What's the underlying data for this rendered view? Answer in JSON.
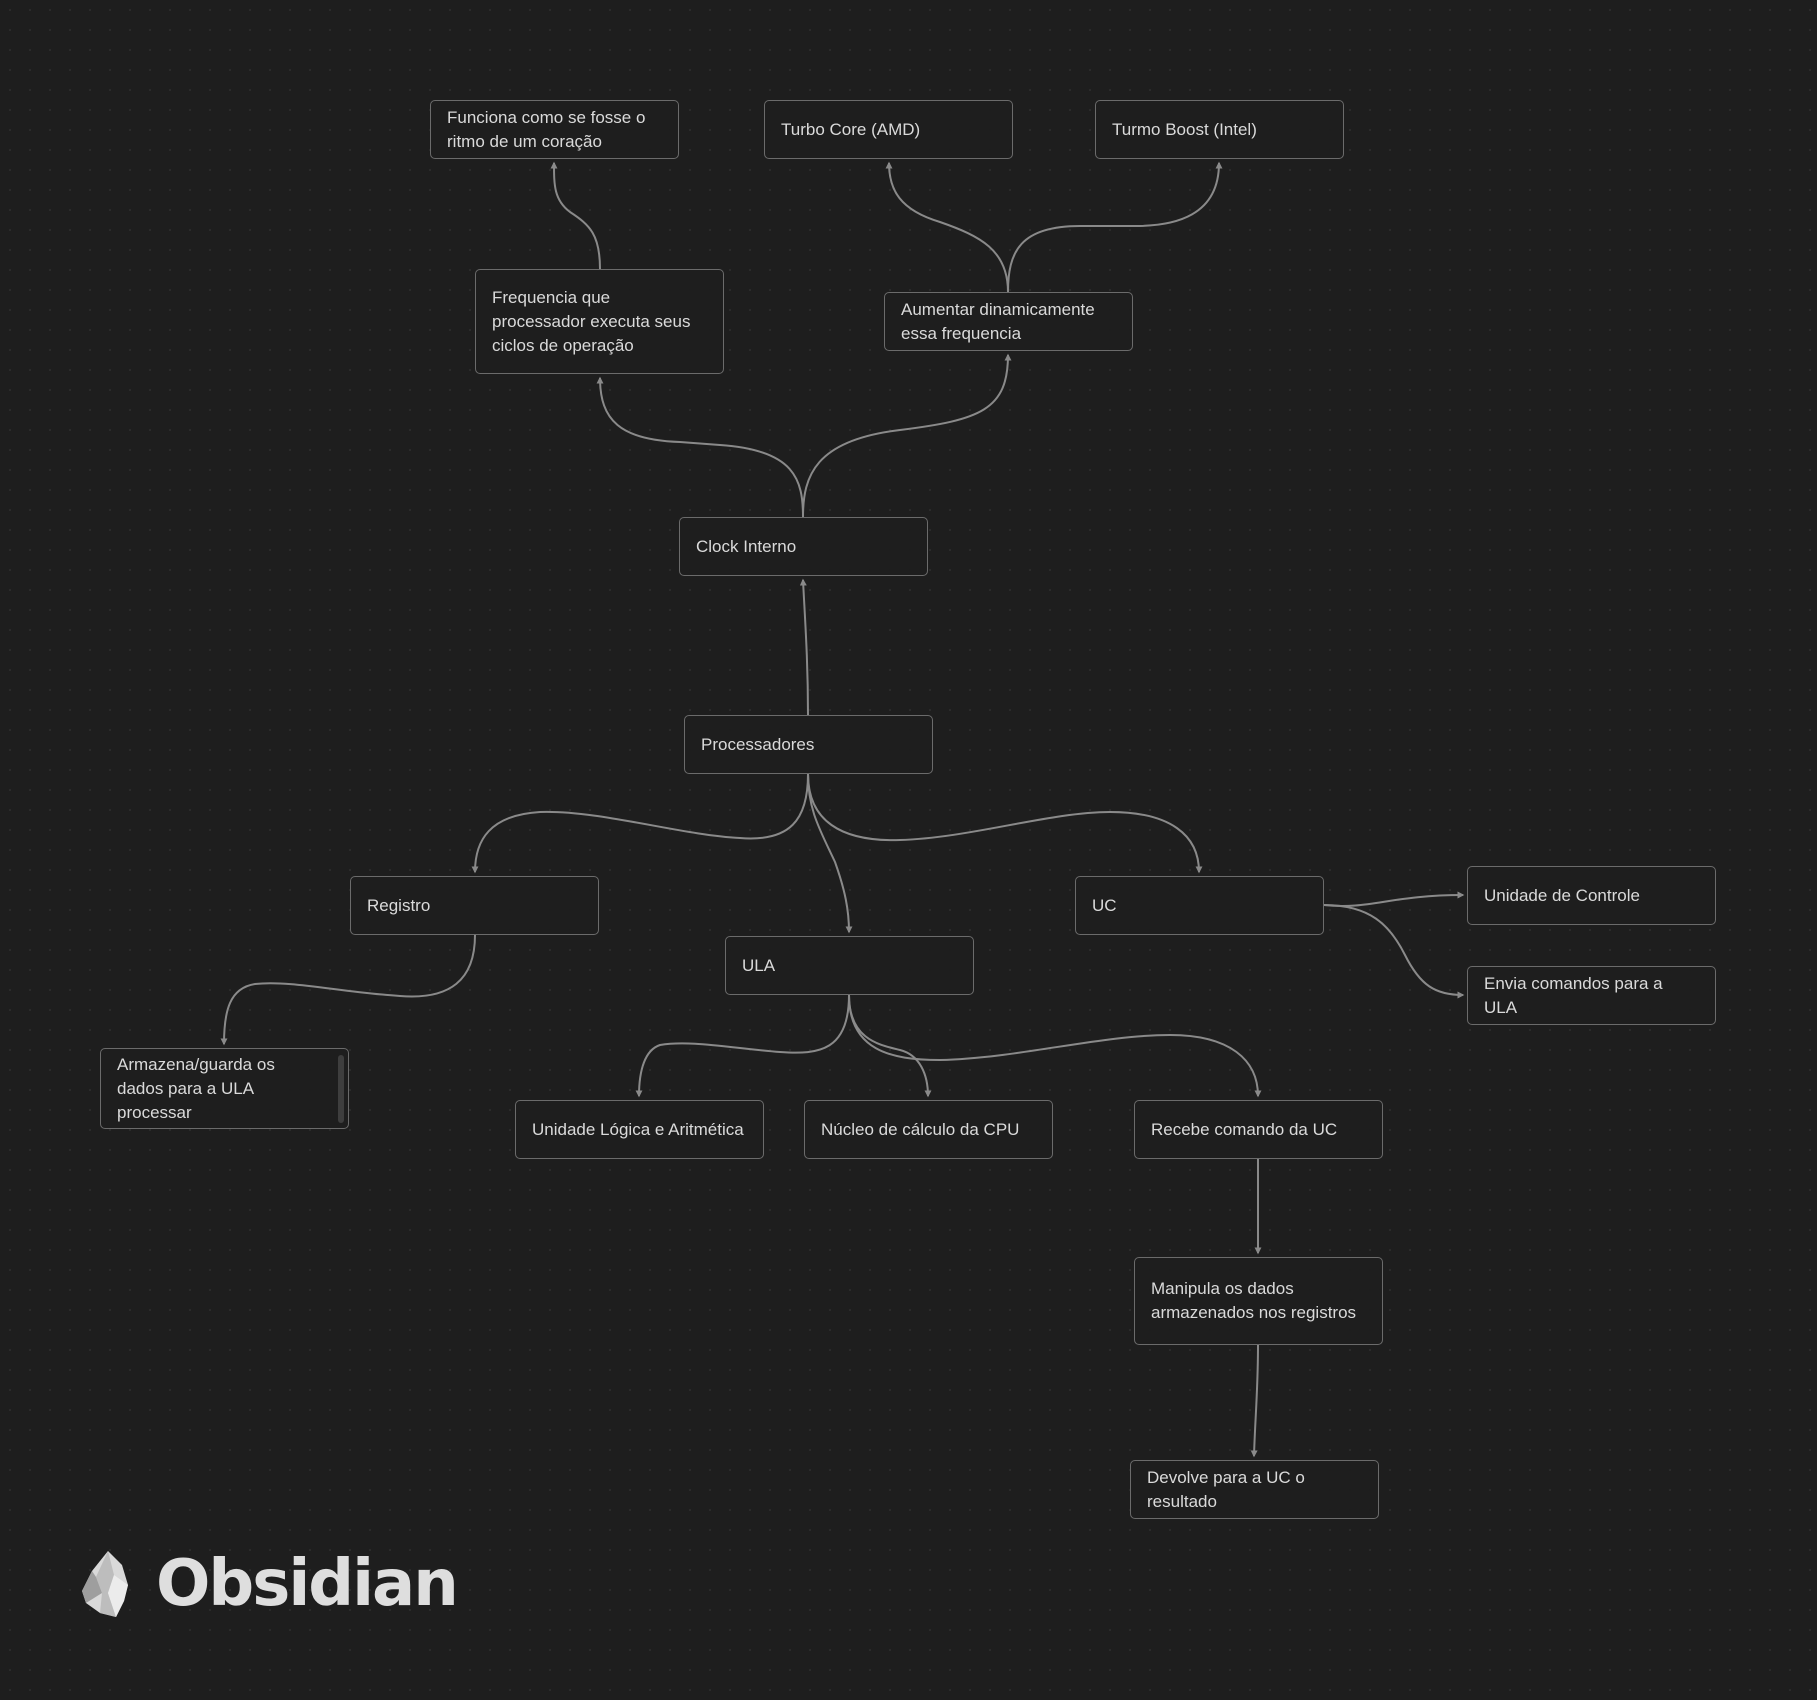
{
  "diagram": {
    "nodes": [
      {
        "id": "funciona",
        "label": "Funciona como se fosse o ritmo de um coração"
      },
      {
        "id": "turbo_core",
        "label": "Turbo Core (AMD)"
      },
      {
        "id": "turbo_boost",
        "label": "Turmo Boost (Intel)"
      },
      {
        "id": "frequencia",
        "label": "Frequencia que processador executa seus ciclos de operação"
      },
      {
        "id": "aumentar",
        "label": "Aumentar dinamicamente essa frequencia"
      },
      {
        "id": "clock",
        "label": "Clock Interno"
      },
      {
        "id": "processadores",
        "label": "Processadores"
      },
      {
        "id": "registro",
        "label": "Registro"
      },
      {
        "id": "uc",
        "label": "UC"
      },
      {
        "id": "ula",
        "label": "ULA"
      },
      {
        "id": "unidade_controle",
        "label": "Unidade de Controle"
      },
      {
        "id": "envia",
        "label": "Envia comandos para a ULA"
      },
      {
        "id": "armazena",
        "label": "Armazena/guarda os dados para a ULA processar"
      },
      {
        "id": "unidade_logica",
        "label": "Unidade Lógica e Aritmética"
      },
      {
        "id": "nucleo",
        "label": "Núcleo de cálculo da CPU"
      },
      {
        "id": "recebe",
        "label": "Recebe comando da UC"
      },
      {
        "id": "manipula",
        "label": "Manipula os dados armazenados nos registros"
      },
      {
        "id": "devolve",
        "label": "Devolve para a UC o resultado"
      }
    ],
    "edges": [
      {
        "from": "frequencia",
        "to": "funciona"
      },
      {
        "from": "aumentar",
        "to": "turbo_core"
      },
      {
        "from": "aumentar",
        "to": "turbo_boost"
      },
      {
        "from": "clock",
        "to": "frequencia"
      },
      {
        "from": "clock",
        "to": "aumentar"
      },
      {
        "from": "processadores",
        "to": "clock"
      },
      {
        "from": "processadores",
        "to": "registro"
      },
      {
        "from": "processadores",
        "to": "ula"
      },
      {
        "from": "processadores",
        "to": "uc"
      },
      {
        "from": "uc",
        "to": "unidade_controle"
      },
      {
        "from": "uc",
        "to": "envia"
      },
      {
        "from": "registro",
        "to": "armazena"
      },
      {
        "from": "ula",
        "to": "unidade_logica"
      },
      {
        "from": "ula",
        "to": "nucleo"
      },
      {
        "from": "ula",
        "to": "recebe"
      },
      {
        "from": "recebe",
        "to": "manipula"
      },
      {
        "from": "manipula",
        "to": "devolve"
      }
    ]
  },
  "brand": {
    "name": "Obsidian",
    "icon": "obsidian-logo-icon"
  },
  "colors": {
    "background": "#1e1e1e",
    "node_border": "#6b6b6b",
    "edge": "#8a8a8a",
    "text": "#dadada"
  }
}
